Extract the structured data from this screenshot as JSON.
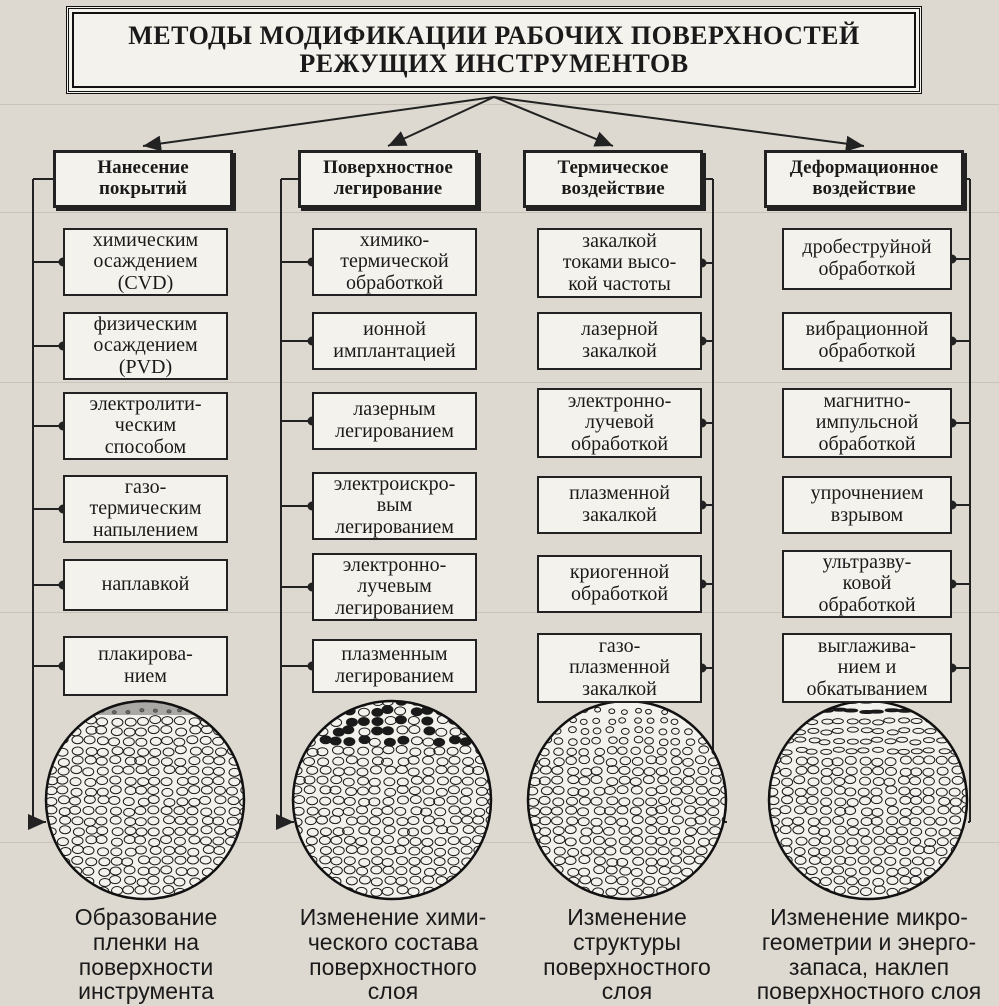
{
  "title": "МЕТОДЫ МОДИФИКАЦИИ  РАБОЧИХ ПОВЕРХНОСТЕЙ\nРЕЖУЩИХ ИНСТРУМЕНТОВ",
  "columns": [
    {
      "heading": "Нанесение\nпокрытий",
      "items": [
        "химическим\nосаждением\n(CVD)",
        "физическим\nосаждением\n(PVD)",
        "электролити-\nческим\nспособом",
        "газо-\nтермическим\nнапылением",
        "наплавкой",
        "плакирова-\nнием"
      ],
      "caption": "Образование\nпленки на\nповерхности\nинструмента"
    },
    {
      "heading": "Поверхностное\nлегирование",
      "items": [
        "химико-\nтермической\nобработкой",
        "ионной\nимплантацией",
        "лазерным\nлегированием",
        "электроискро-\nвым\nлегированием",
        "электронно-\nлучевым\nлегированием",
        "плазменным\nлегированием"
      ],
      "caption": "Изменение хими-\nческого состава\nповерхностного\nслоя"
    },
    {
      "heading": "Термическое\nвоздействие",
      "items": [
        "закалкой\nтоками высо-\nкой частоты",
        "лазерной\nзакалкой",
        "электронно-\nлучевой\nобработкой",
        "плазменной\nзакалкой",
        "криогенной\nобработкой",
        "газо-\nплазменной\nзакалкой"
      ],
      "caption": "Изменение\nструктуры\nповерхностного\nслоя"
    },
    {
      "heading": "Деформационное\nвоздействие",
      "items": [
        "дробеструйной\nобработкой",
        "вибрационной\nобработкой",
        "магнитно-\nимпульсной\nобработкой",
        "упрочнением\nвзрывом",
        "ультразву-\nковой\nобработкой",
        "выглажива-\nнием и\nобкатыванием"
      ],
      "caption": "Изменение микро-\nгеометрии и энерго-\nзапаса, наклеп\nповерхностного слоя"
    }
  ],
  "colors": {
    "background": "#ddd9d0",
    "box": "#f4f2ec",
    "ink": "#222222",
    "grain": "#1a1a1a"
  }
}
